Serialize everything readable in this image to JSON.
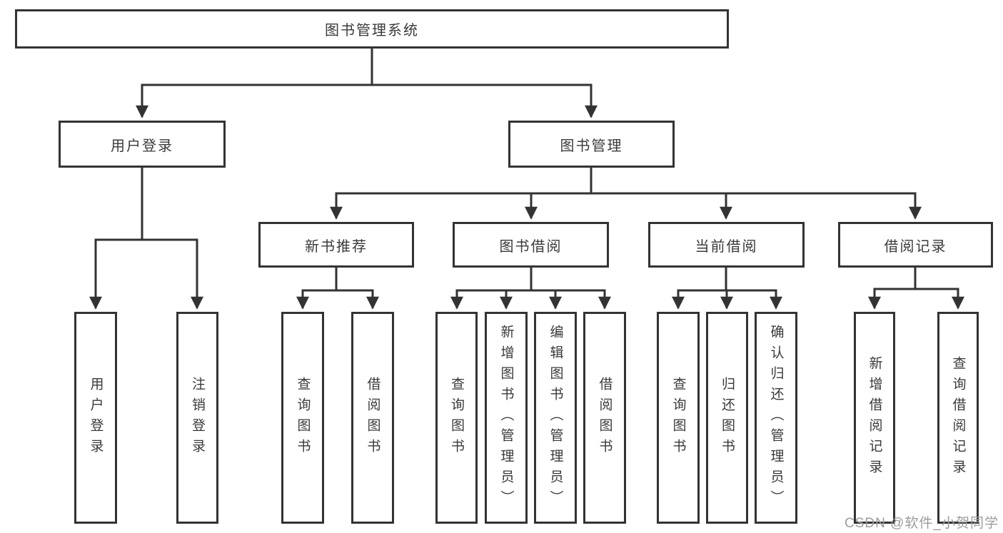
{
  "tree": {
    "label": "图书管理系统",
    "children": [
      {
        "label": "用户登录",
        "children": [
          {
            "label": "用户登录"
          },
          {
            "label": "注销登录"
          }
        ]
      },
      {
        "label": "图书管理",
        "children": [
          {
            "label": "新书推荐",
            "children": [
              {
                "label": "查询图书"
              },
              {
                "label": "借阅图书"
              }
            ]
          },
          {
            "label": "图书借阅",
            "children": [
              {
                "label": "查询图书"
              },
              {
                "label": "新增图书（管理员）"
              },
              {
                "label": "编辑图书（管理员）"
              },
              {
                "label": "借阅图书"
              }
            ]
          },
          {
            "label": "当前借阅",
            "children": [
              {
                "label": "查询图书"
              },
              {
                "label": "归还图书"
              },
              {
                "label": "确认归还（管理员）"
              }
            ]
          },
          {
            "label": "借阅记录",
            "children": [
              {
                "label": "新增借阅记录"
              },
              {
                "label": "查询借阅记录"
              }
            ]
          }
        ]
      }
    ]
  },
  "watermark": {
    "text": "CSDN @软件_小贺同学",
    "color": "#9c9c9c"
  },
  "colors": {
    "line": "#333333",
    "box_border": "#333333",
    "text": "#3a3a3a",
    "background": "#ffffff"
  }
}
